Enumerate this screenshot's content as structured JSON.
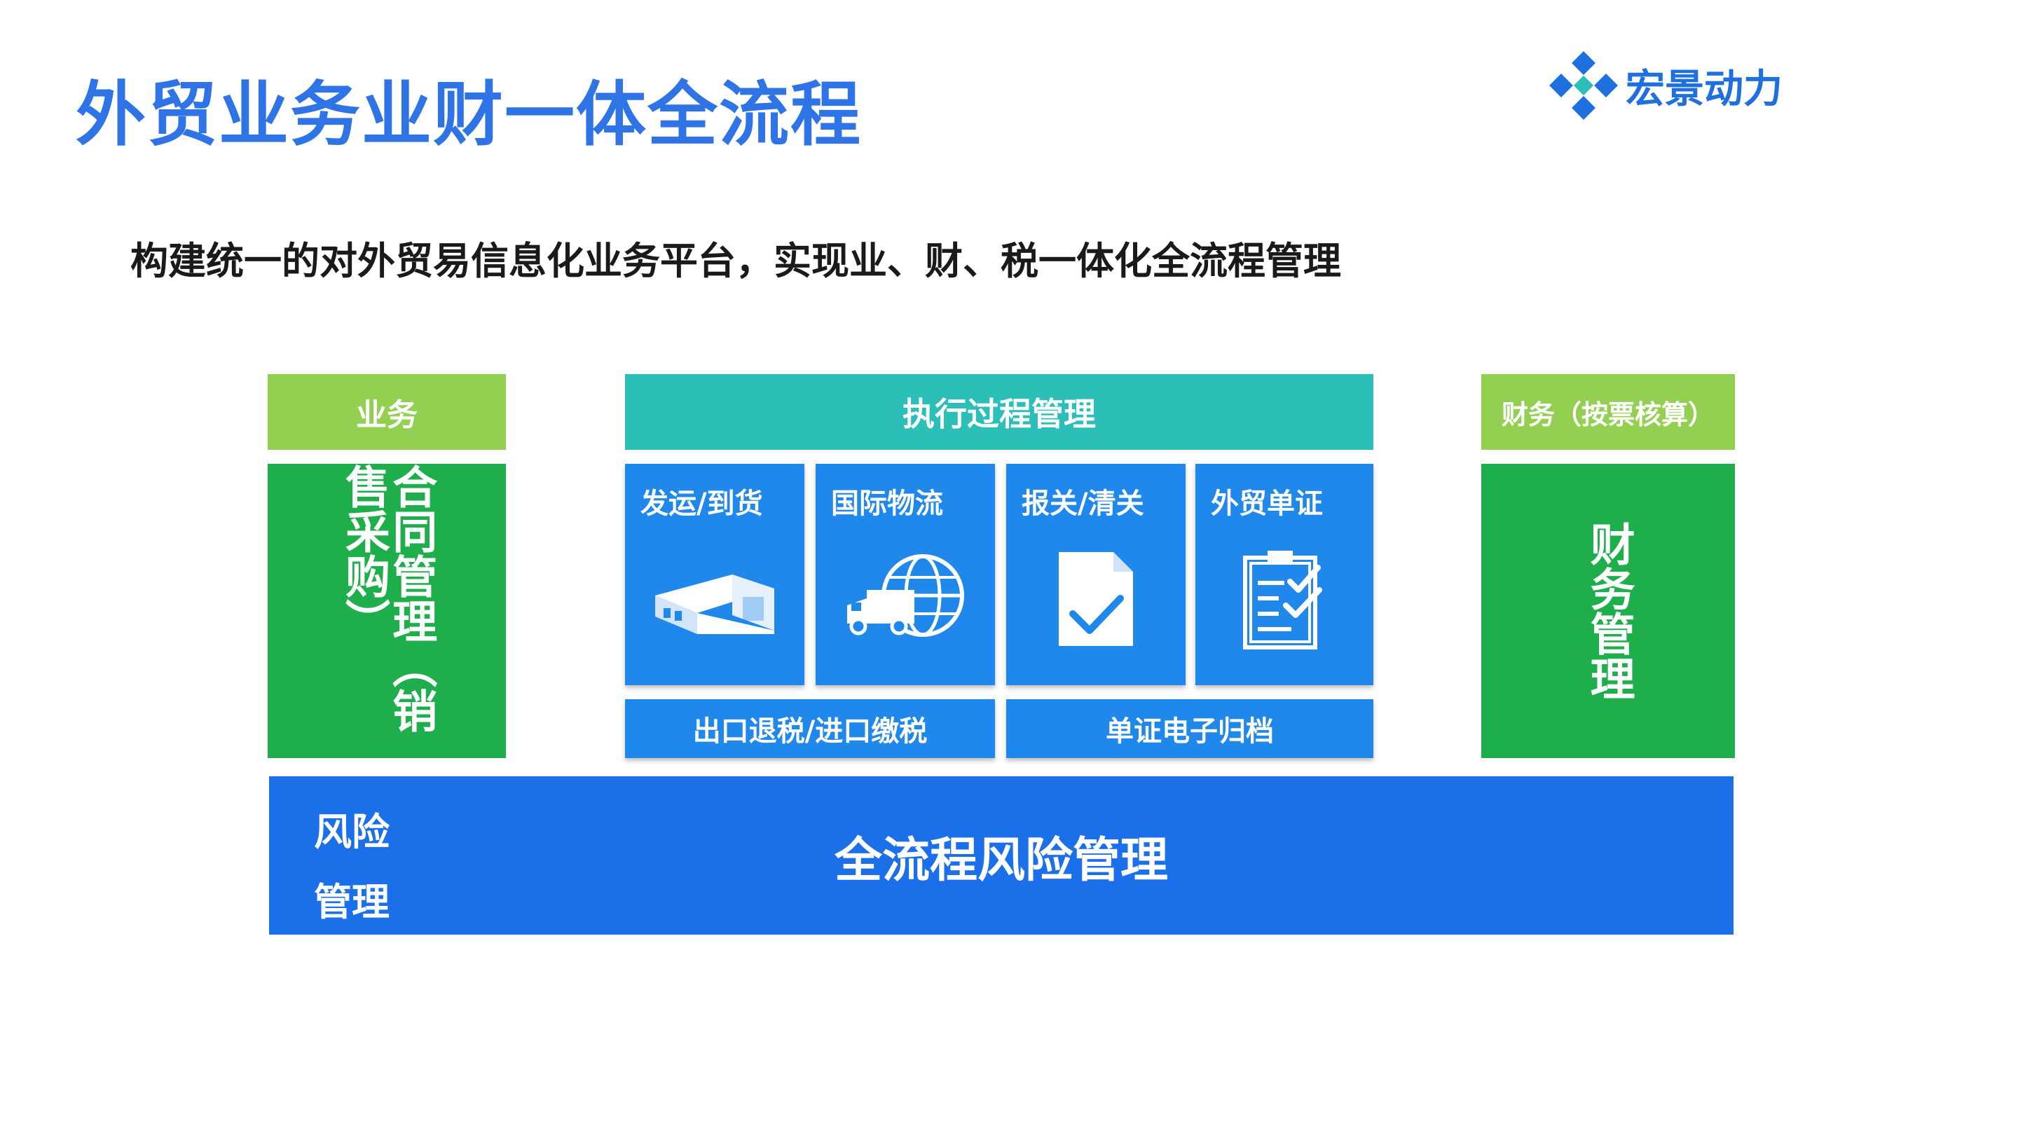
{
  "title": "外贸业务业财一体全流程",
  "logo": {
    "text": "宏景动力"
  },
  "subtitle": "构建统一的对外贸易信息化业务平台，实现业、财、税一体化全流程管理",
  "business": {
    "header": "业务",
    "box_text": "合同管理（销售采购）"
  },
  "execution": {
    "header": "执行过程管理",
    "tiles": [
      {
        "label": "发运/到货",
        "icon": "warehouse-icon"
      },
      {
        "label": "国际物流",
        "icon": "truck-globe-icon"
      },
      {
        "label": "报关/清关",
        "icon": "document-check-icon"
      },
      {
        "label": "外贸单证",
        "icon": "clipboard-checklist-icon"
      }
    ],
    "bars": [
      {
        "label": "出口退税/进口缴税"
      },
      {
        "label": "单证电子归档"
      }
    ]
  },
  "finance": {
    "header": "财务（按票核算）",
    "box_text": "财务管理"
  },
  "risk": {
    "side_label_1": "风险",
    "side_label_2": "管理",
    "main_label": "全流程风险管理"
  },
  "colors": {
    "title_blue": "#2f74e6",
    "light_green": "#93d052",
    "dark_green": "#1eae4b",
    "teal": "#2bbfb8",
    "tile_blue": "#1f88ea",
    "risk_blue": "#1b6fe8"
  }
}
